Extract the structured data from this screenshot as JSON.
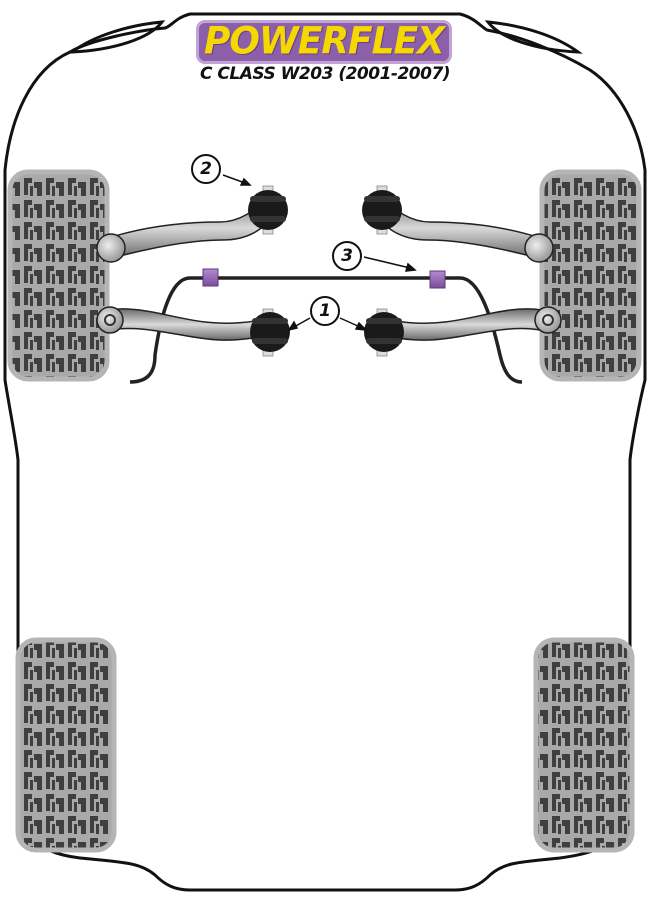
{
  "header": {
    "brand": "POWERFLEX",
    "model": "C CLASS W203 (2001-2007)"
  },
  "colors": {
    "brand_purple": "#8b60a9",
    "brand_purple_border": "#c2a3d6",
    "brand_yellow": "#f4d800",
    "tyre_dark": "#3f3f3f",
    "tyre_light": "#a9a9a9",
    "outline": "#111111"
  },
  "callouts": [
    {
      "number": "1",
      "part": "lower-arm-bushes"
    },
    {
      "number": "2",
      "part": "upper-arm-bush"
    },
    {
      "number": "3",
      "part": "anti-roll-bar-bushes"
    }
  ],
  "wheels": [
    {
      "position": "front-left"
    },
    {
      "position": "front-right"
    },
    {
      "position": "rear-left"
    },
    {
      "position": "rear-right"
    }
  ]
}
